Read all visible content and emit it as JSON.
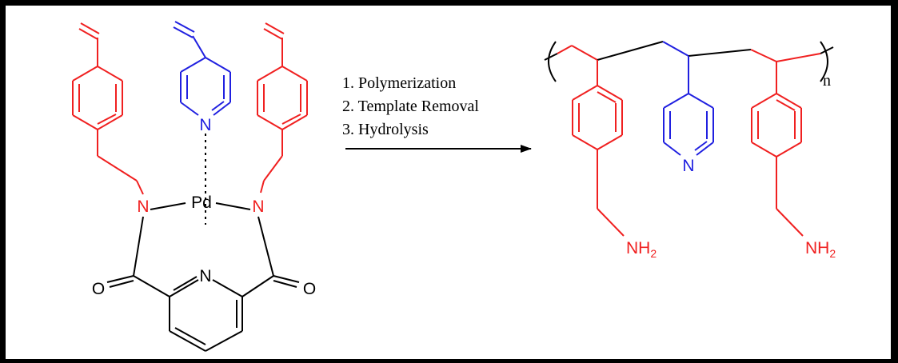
{
  "colors": {
    "template_arm": "#f02020",
    "functional_monomer": "#2020e0",
    "core": "#000000"
  },
  "atoms": {
    "nitrogen": "N",
    "palladium": "Pd",
    "oxygen": "O",
    "amine_group": "NH",
    "amine_subscript": "2",
    "repeat_subscript": "n"
  },
  "reaction": {
    "steps": [
      "1. Polymerization",
      "2. Template Removal",
      "3. Hydrolysis"
    ]
  }
}
